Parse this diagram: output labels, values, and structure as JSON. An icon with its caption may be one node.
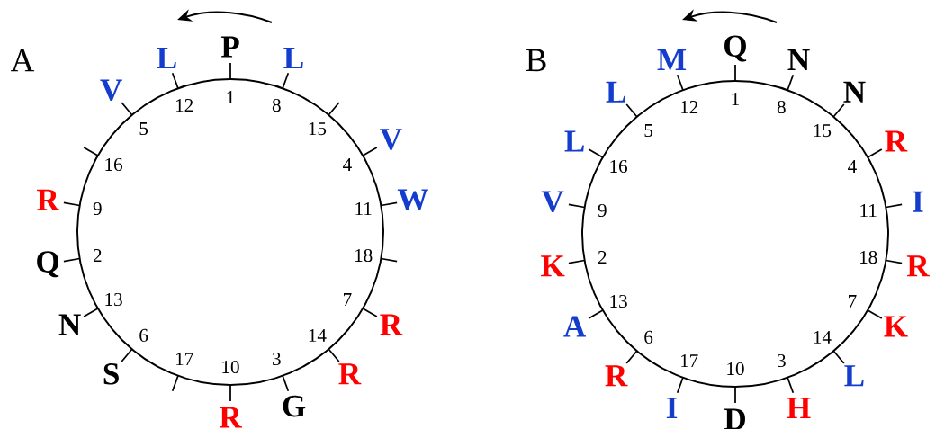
{
  "diagram": {
    "labels": [
      "A",
      "1",
      "P",
      "2",
      "Q",
      "3",
      "G",
      "4",
      "V",
      "5",
      "V",
      "6",
      "S",
      "7",
      "R",
      "8",
      "L",
      "9",
      "R",
      "10",
      "R",
      "11",
      "W",
      "12",
      "L",
      "13",
      "N",
      "14",
      "R",
      "15",
      "16",
      "17",
      "18",
      "B",
      "1",
      "Q",
      "2",
      "K",
      "3",
      "H",
      "4",
      "R",
      "5",
      "L",
      "6",
      "R",
      "7",
      "K",
      "8",
      "N",
      "9",
      "V",
      "10",
      "D",
      "11",
      "I",
      "12",
      "M",
      "13",
      "A",
      "14",
      "L",
      "15",
      "N",
      "16",
      "L",
      "17",
      "I",
      "18",
      "R"
    ]
  }
}
